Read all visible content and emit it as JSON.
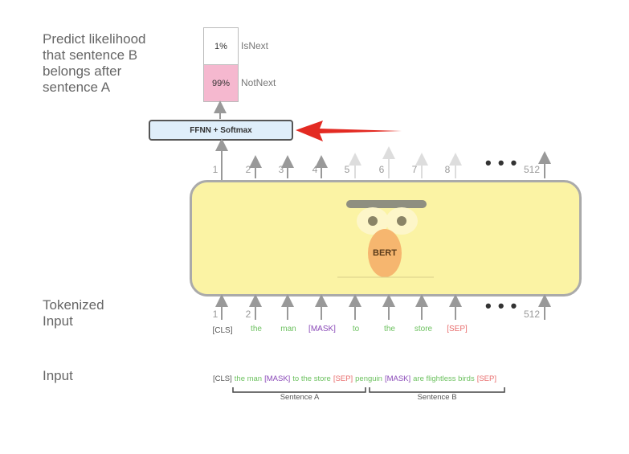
{
  "labels": {
    "predict": [
      "Predict likelihood",
      "that sentence B",
      "belongs after",
      "sentence A"
    ],
    "tokenized": [
      "Tokenized",
      "Input"
    ],
    "input": "Input"
  },
  "output": {
    "rows": [
      {
        "value": "1%",
        "label": "IsNext"
      },
      {
        "value": "99%",
        "label": "NotNext"
      }
    ]
  },
  "ffnn_label": "FFNN + Softmax",
  "bert_label": "BERT",
  "top_positions": [
    "1",
    "2",
    "3",
    "4",
    "5",
    "6",
    "7",
    "8",
    "512"
  ],
  "bottom_positions": [
    "1",
    "2",
    "512"
  ],
  "ellipsis": "• • •",
  "tokens": [
    {
      "text": "[CLS]",
      "type": "special"
    },
    {
      "text": "the",
      "type": "word"
    },
    {
      "text": "man",
      "type": "word"
    },
    {
      "text": "[MASK]",
      "type": "mask"
    },
    {
      "text": "to",
      "type": "word"
    },
    {
      "text": "the",
      "type": "word"
    },
    {
      "text": "store",
      "type": "word"
    },
    {
      "text": "[SEP]",
      "type": "sep"
    }
  ],
  "input_sequence": [
    {
      "text": "[CLS]",
      "type": "special"
    },
    {
      "text": "the man",
      "type": "word"
    },
    {
      "text": "[MASK]",
      "type": "mask"
    },
    {
      "text": "to the store",
      "type": "word"
    },
    {
      "text": "[SEP]",
      "type": "sep"
    },
    {
      "text": "penguin",
      "type": "word"
    },
    {
      "text": "[MASK]",
      "type": "mask"
    },
    {
      "text": "are flightless birds",
      "type": "word"
    },
    {
      "text": "[SEP]",
      "type": "sep"
    }
  ],
  "sentence_a": "Sentence A",
  "sentence_b": "Sentence B",
  "colors": {
    "ffnn_fill": "#dfeefa",
    "bert_fill": "#fbf3a4",
    "not_next_fill": "#f5b8cf",
    "arrow": "#e32a22",
    "word": "#6cc15f",
    "mask": "#8a49b8",
    "sep": "#e86d6d"
  }
}
